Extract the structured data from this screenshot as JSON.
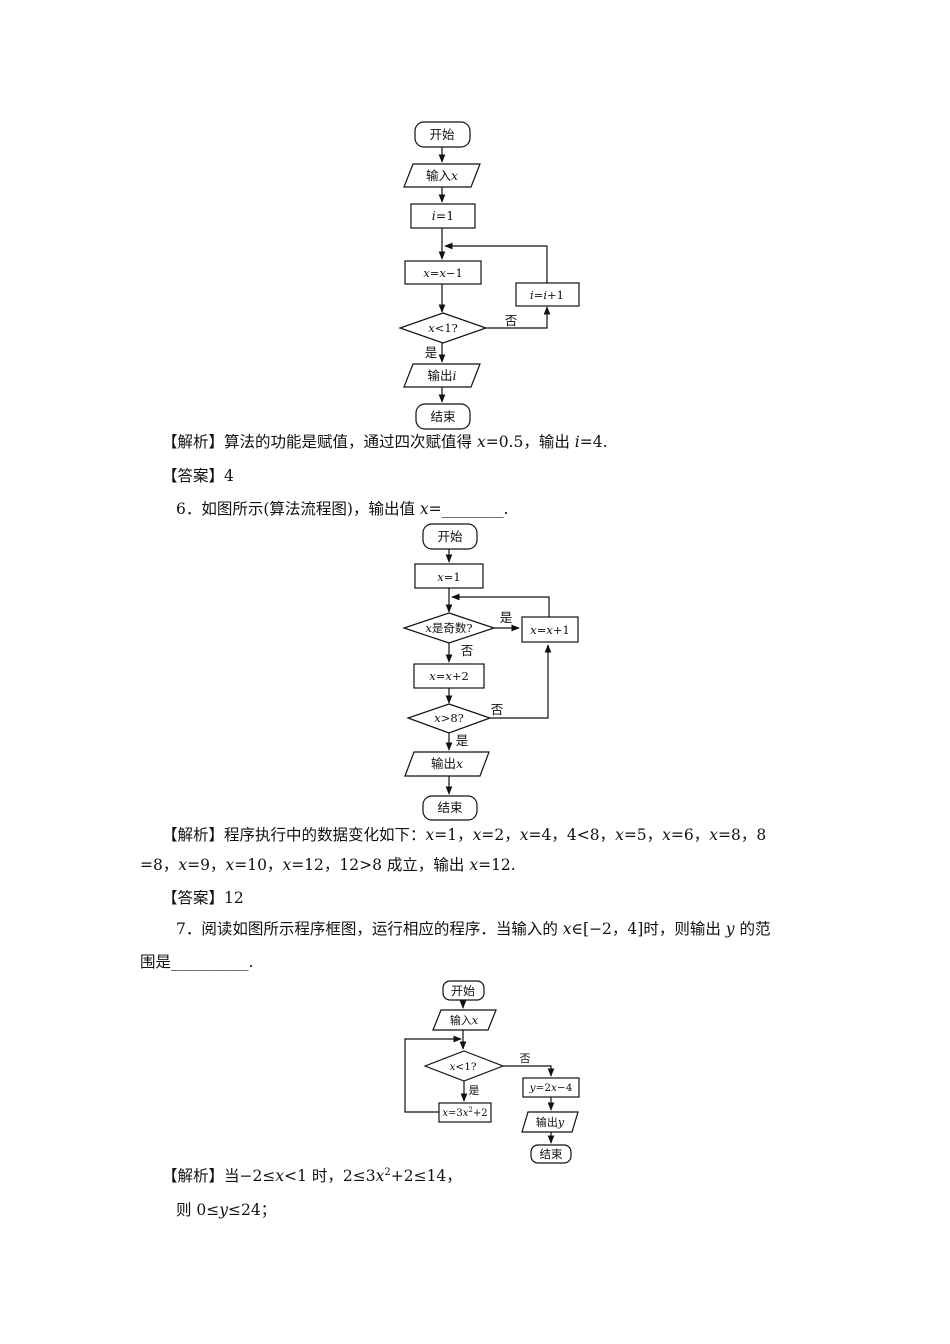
{
  "flowchart1": {
    "start": "开始",
    "input_label": "输入",
    "input_var": "x",
    "init_var": "i",
    "init_rest": "=1",
    "assign_var": "x",
    "assign_mid": "=",
    "assign_var2": "x",
    "assign_rest": "−1",
    "cond_var": "x",
    "cond_rest": "<1?",
    "inc_var": "i",
    "inc_mid": "=",
    "inc_var2": "i",
    "inc_rest": "+1",
    "no": "否",
    "yes": "是",
    "output_label": "输出",
    "output_var": "i",
    "end": "结束"
  },
  "q5_analysis": {
    "tag": "【解析】",
    "text1": "算法的功能是赋值，通过四次赋值得 ",
    "var1": "x",
    "text2": "=0.5，输出 ",
    "var2": "i",
    "text3": "=4."
  },
  "q5_answer": {
    "tag": "【答案】",
    "value": "4"
  },
  "q6": {
    "text1": "6．如图所示(算法流程图)，输出值 ",
    "var": "x",
    "text2": "=________."
  },
  "flowchart2": {
    "start": "开始",
    "init_var": "x",
    "init_rest": "=1",
    "cond1_var": "x",
    "cond1_rest": "是奇数?",
    "yes1": "是",
    "inc_var": "x",
    "inc_mid": "=",
    "inc_var2": "x",
    "inc_rest": "+1",
    "no1": "否",
    "add_var": "x",
    "add_mid": "=",
    "add_var2": "x",
    "add_rest": "+2",
    "cond2_var": "x",
    "cond2_rest": ">8?",
    "no2": "否",
    "yes2": "是",
    "output_label": "输出",
    "output_var": "x",
    "end": "结束"
  },
  "q6_analysis": {
    "tag": "【解析】",
    "line1": "程序执行中的数据变化如下：",
    "line1_items": [
      {
        "v": "x",
        "r": "=1，"
      },
      {
        "v": "x",
        "r": "=2，"
      },
      {
        "v": "x",
        "r": "=4，4<8，"
      },
      {
        "v": "x",
        "r": "=5，"
      },
      {
        "v": "x",
        "r": "=6，"
      },
      {
        "v": "x",
        "r": "=8，8"
      }
    ],
    "line2_start": "=8，",
    "line2_items": [
      {
        "v": "x",
        "r": "=9，"
      },
      {
        "v": "x",
        "r": "=10，"
      },
      {
        "v": "x",
        "r": "=12，12>8 成立，输出 "
      },
      {
        "v": "x",
        "r": "=12."
      }
    ]
  },
  "q6_answer": {
    "tag": "【答案】",
    "value": "12"
  },
  "q7": {
    "line1_a": "7．阅读如图所示程序框图，运行相应的程序．当输入的 ",
    "line1_var": "x",
    "line1_b": "∈[−2，4]时，则输出 ",
    "line1_var2": "y",
    "line1_c": " 的范",
    "line2": "围是__________."
  },
  "flowchart3": {
    "start": "开始",
    "input_label": "输入",
    "input_var": "x",
    "cond_var": "x",
    "cond_rest": "<1?",
    "no": "否",
    "yes": "是",
    "yassign_var": "y",
    "yassign_mid": "=2",
    "yassign_var2": "x",
    "yassign_rest": "−4",
    "xassign_var": "x",
    "xassign_mid": "=3",
    "xassign_var2": "x",
    "xassign_sup": "2",
    "xassign_rest": "+2",
    "output_label": "输出",
    "output_var": "y",
    "end": "结束"
  },
  "q7_analysis": {
    "tag": "【解析】",
    "text1": "当−2≤",
    "var1": "x",
    "text2": "<1 时，2≤3",
    "var2": "x",
    "sup": "2",
    "text3": "+2≤14，"
  },
  "q7_line2": {
    "text1": "则 0≤",
    "var": "y",
    "text2": "≤24；"
  }
}
